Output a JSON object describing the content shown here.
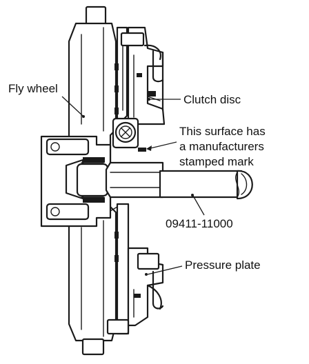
{
  "labels": {
    "fly_wheel": "Fly wheel",
    "clutch_disc": "Clutch disc",
    "surface_line1": "This surface has",
    "surface_line2": "a manufacturers",
    "surface_line3": "stamped mark",
    "tool_number": "09411-11000",
    "pressure_plate": "Pressure plate"
  },
  "colors": {
    "ink": "#1a1a1a",
    "background": "#ffffff"
  }
}
